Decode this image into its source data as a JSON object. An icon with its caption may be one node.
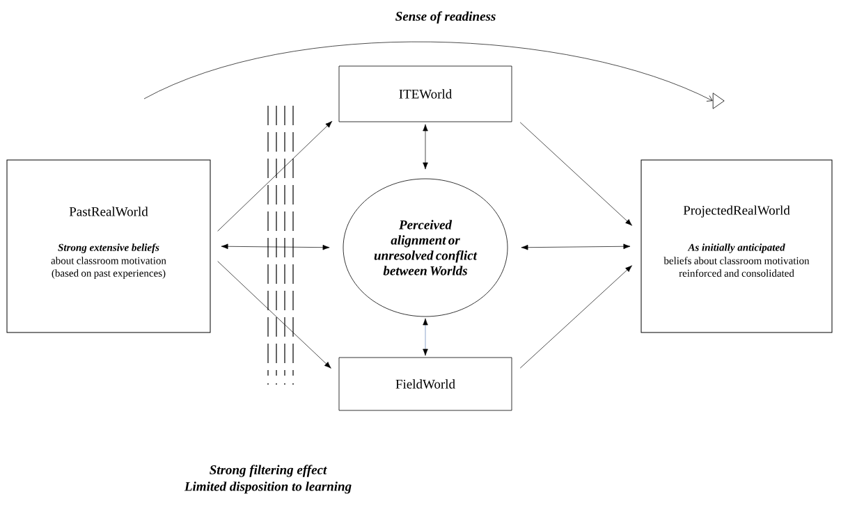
{
  "diagram": {
    "nodes": [
      {
        "text": [
          "PastRealWorld",
          "Strong extensive beliefs",
          "about classroom motivation (based on past experiences)"
        ]
      },
      {
        "text": [
          "ITEWorld"
        ]
      },
      {
        "text": [
          "Perceived alignment or unresolved conflict between Worlds"
        ]
      },
      {
        "text": [
          "FieldWorld"
        ]
      },
      {
        "text": [
          "ProjectedRealWorld",
          "As initially anticipated",
          "beliefs about classroom motivation reinforced and consolidated"
        ]
      },
      {
        "text": [],
        "shape": "triangle"
      }
    ],
    "edges": [
      {
        "from": 0,
        "to": 1,
        "arrow": "to"
      },
      {
        "from": 0,
        "to": 3,
        "arrow": "to"
      },
      {
        "from": 0,
        "to": 2,
        "arrow": "both"
      },
      {
        "from": 1,
        "to": 4,
        "arrow": "to"
      },
      {
        "from": 3,
        "to": 4,
        "arrow": "to"
      },
      {
        "from": 2,
        "to": 4,
        "arrow": "both"
      },
      {
        "from": 1,
        "to": 2,
        "arrow": "both"
      },
      {
        "from": 2,
        "to": 3,
        "arrow": "both",
        "color": "#5b7fb5"
      },
      {
        "from": null,
        "to": 5,
        "arrow": "to",
        "label": "Sense of readiness"
      }
    ],
    "labels": [
      "Strong filtering effect",
      "Limited disposition to learning"
    ]
  }
}
